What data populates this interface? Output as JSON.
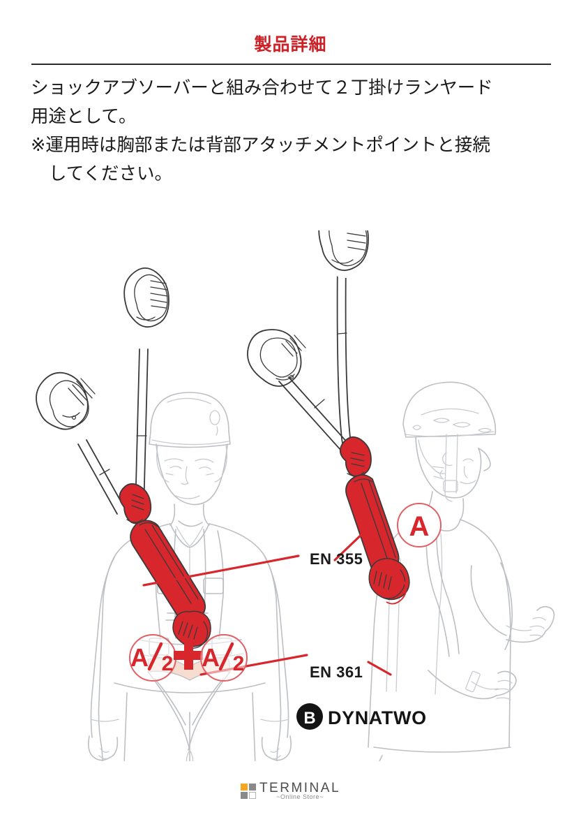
{
  "header": {
    "title": "製品詳細",
    "rule_color": "#2b2b2b",
    "title_color": "#cc2127"
  },
  "intro": {
    "line1": "ショックアブソーバーと組み合わせて２丁掛けランヤード",
    "line2": "用途として。",
    "line3": "※運用時は胸部または背部アタッチメントポイントと接続",
    "line4": "してください。"
  },
  "illustration": {
    "alt": "2丁掛けランヤードの装着図",
    "labels": {
      "en355": "EN 355",
      "en361": "EN 361",
      "badge_a": "A",
      "badge_a_half_left": "A",
      "badge_a_half_left_denom": "2",
      "badge_a_half_right": "A",
      "badge_a_half_right_denom": "2",
      "plus": "+",
      "dynatwo_mark": "B",
      "dynatwo_name": "DYNATWO"
    },
    "colors": {
      "red": "#d8272c",
      "red_dark": "#b81f24",
      "line_gray": "#b9bcc0",
      "line_gray_light": "#cfd2d6",
      "skin": "#f6ddd0",
      "ink": "#1a1a1a"
    }
  },
  "footer": {
    "brand": "TERMINAL",
    "tagline": "~Online Store~",
    "square_colors": [
      "#f5a623",
      "#8a8a8a",
      "#8a8a8a",
      "#ffffff"
    ]
  }
}
